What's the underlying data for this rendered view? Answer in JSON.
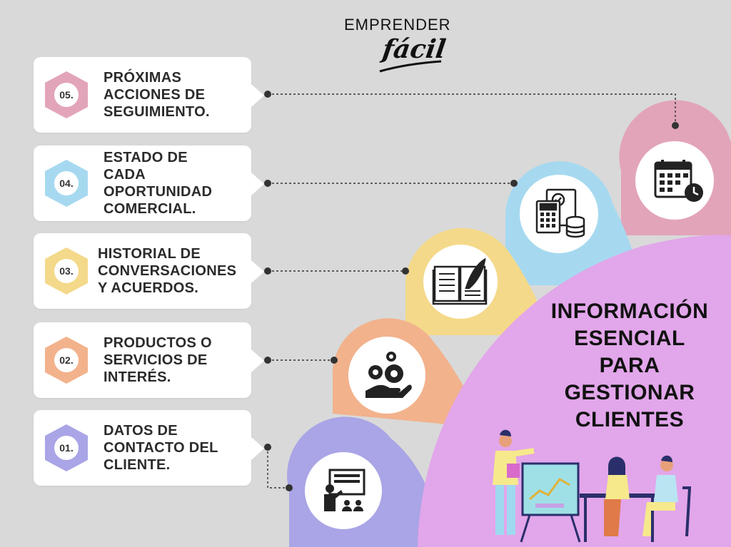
{
  "brand": {
    "line1": "EMPRENDER",
    "line2": "fácil"
  },
  "title": "INFORMACIÓN\nESENCIAL\nPARA\nGESTIONAR\nCLIENTES",
  "items": [
    {
      "number": "05.",
      "text": "PRÓXIMAS\nACCIONES DE\nSEGUIMIENTO.",
      "color": "#e2a4b9",
      "icon": "calendar-clock-icon"
    },
    {
      "number": "04.",
      "text": "ESTADO DE\nCADA\nOPORTUNIDAD\nCOMERCIAL.",
      "color": "#a6d9f0",
      "icon": "calculator-document-icon"
    },
    {
      "number": "03.",
      "text": "HISTORIAL DE\nCONVERSACIONES\nY ACUERDOS.",
      "color": "#f4d98a",
      "icon": "book-quill-icon"
    },
    {
      "number": "02.",
      "text": "PRODUCTOS O\nSERVICIOS DE\nINTERÉS.",
      "color": "#f2b28c",
      "icon": "gears-hand-icon"
    },
    {
      "number": "01.",
      "text": "DATOS DE\nCONTACTO DEL\nCLIENTE.",
      "color": "#a9a5e6",
      "icon": "presentation-icon"
    }
  ],
  "colors": {
    "background": "#d9d9d9",
    "title_blob": "#e2a6ea"
  }
}
